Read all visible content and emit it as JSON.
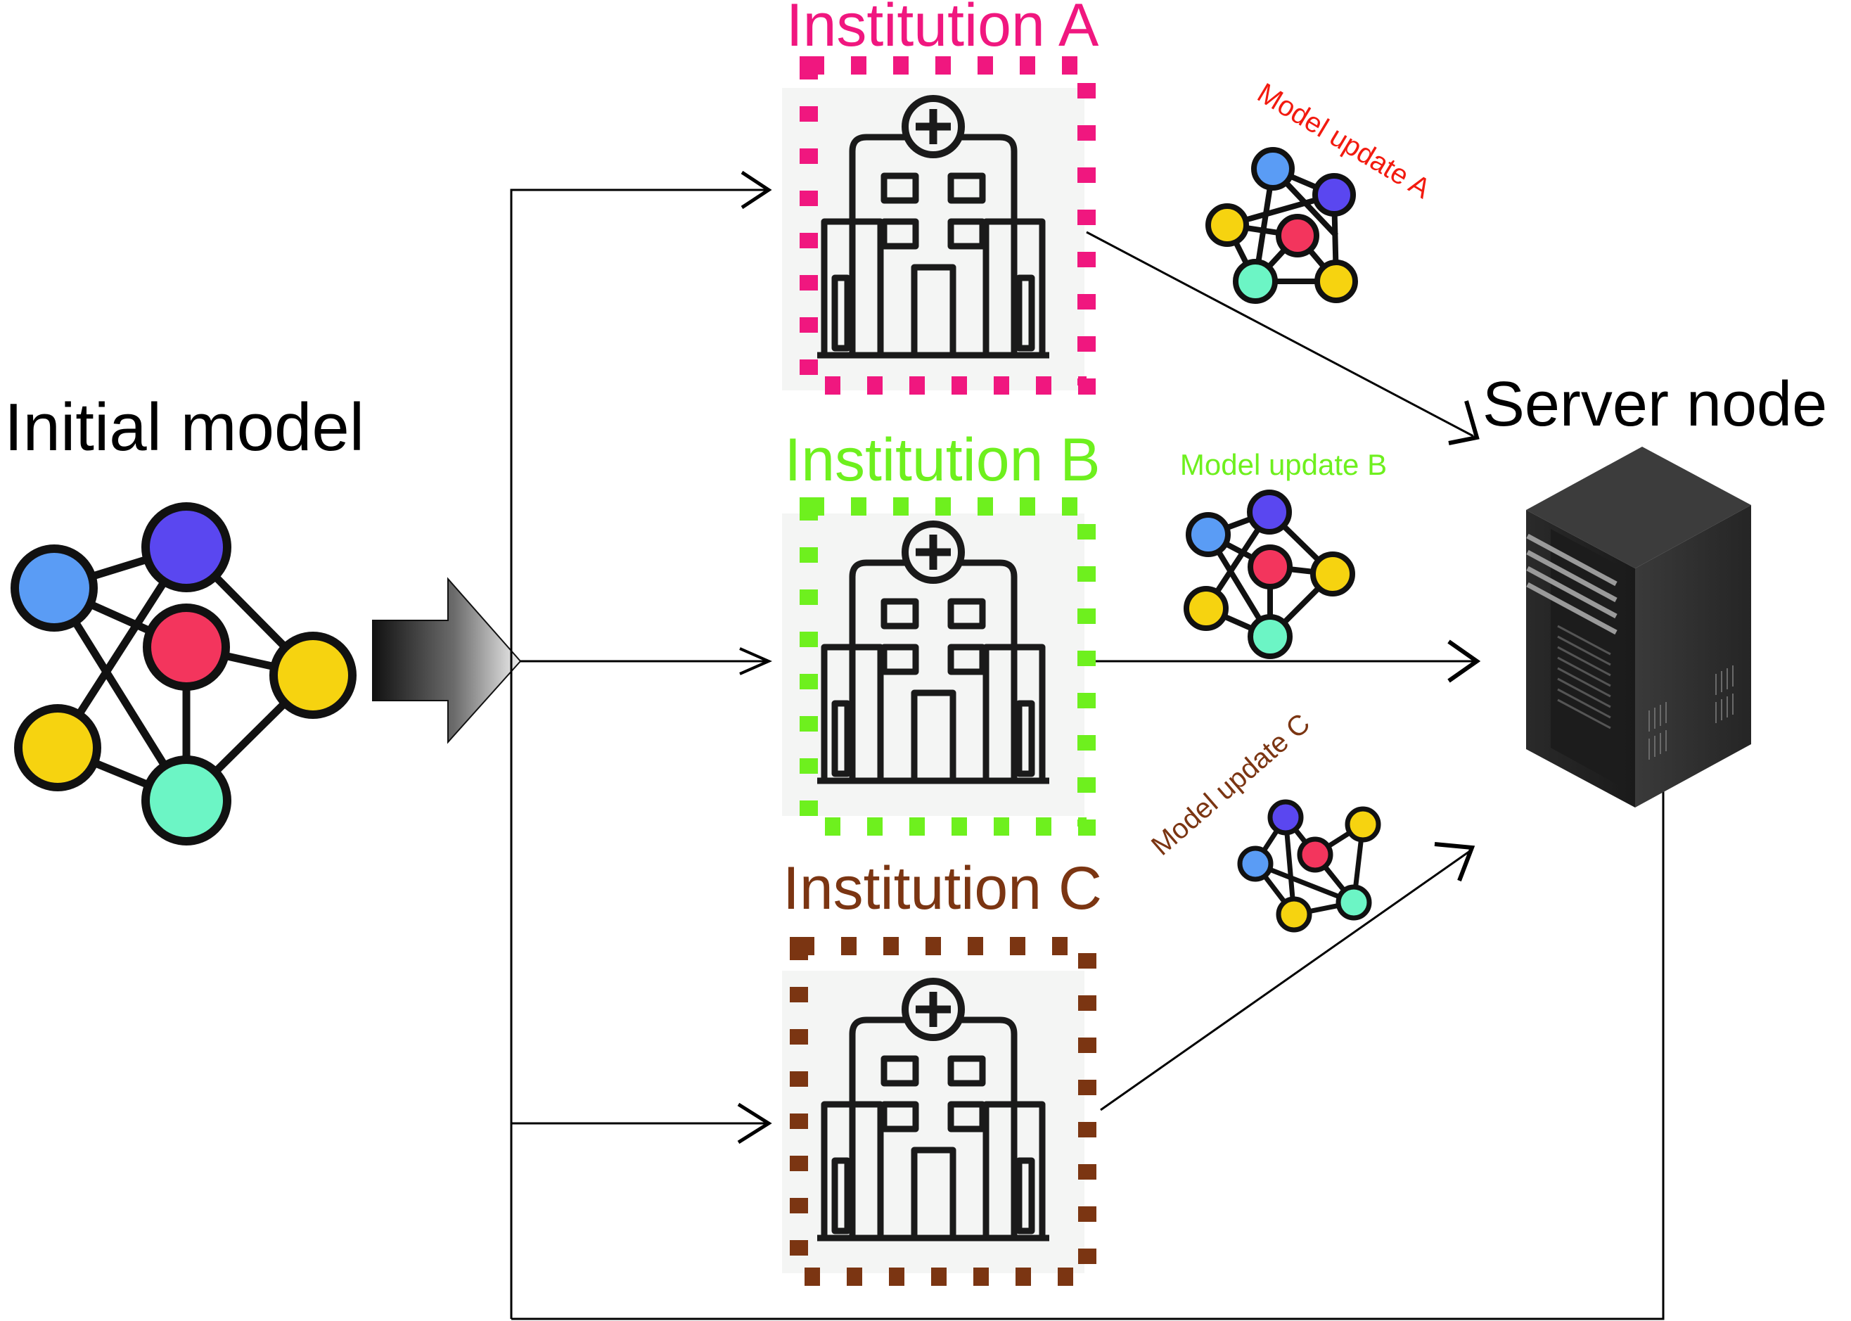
{
  "labels": {
    "initial_model": "Initial model",
    "server_node": "Server node",
    "institution_a": "Institution A",
    "institution_b": "Institution B",
    "institution_c": "Institution C",
    "update_a": "Model update A",
    "update_b": "Model update B",
    "update_c": "Model update C"
  },
  "colors": {
    "institution_a": "#f0177f",
    "institution_b": "#6ef01e",
    "institution_c": "#7b3512",
    "update_a": "#f21a0f",
    "update_b": "#6ef01e",
    "update_c": "#7b3512",
    "node_blue": "#5a9cf5",
    "node_purple": "#5a47f0",
    "node_red": "#f3355d",
    "node_yellow": "#f6d310",
    "node_teal": "#6cf5c5"
  },
  "icons": [
    "network-icon",
    "hospital-icon",
    "server-icon",
    "block-arrow-icon"
  ]
}
